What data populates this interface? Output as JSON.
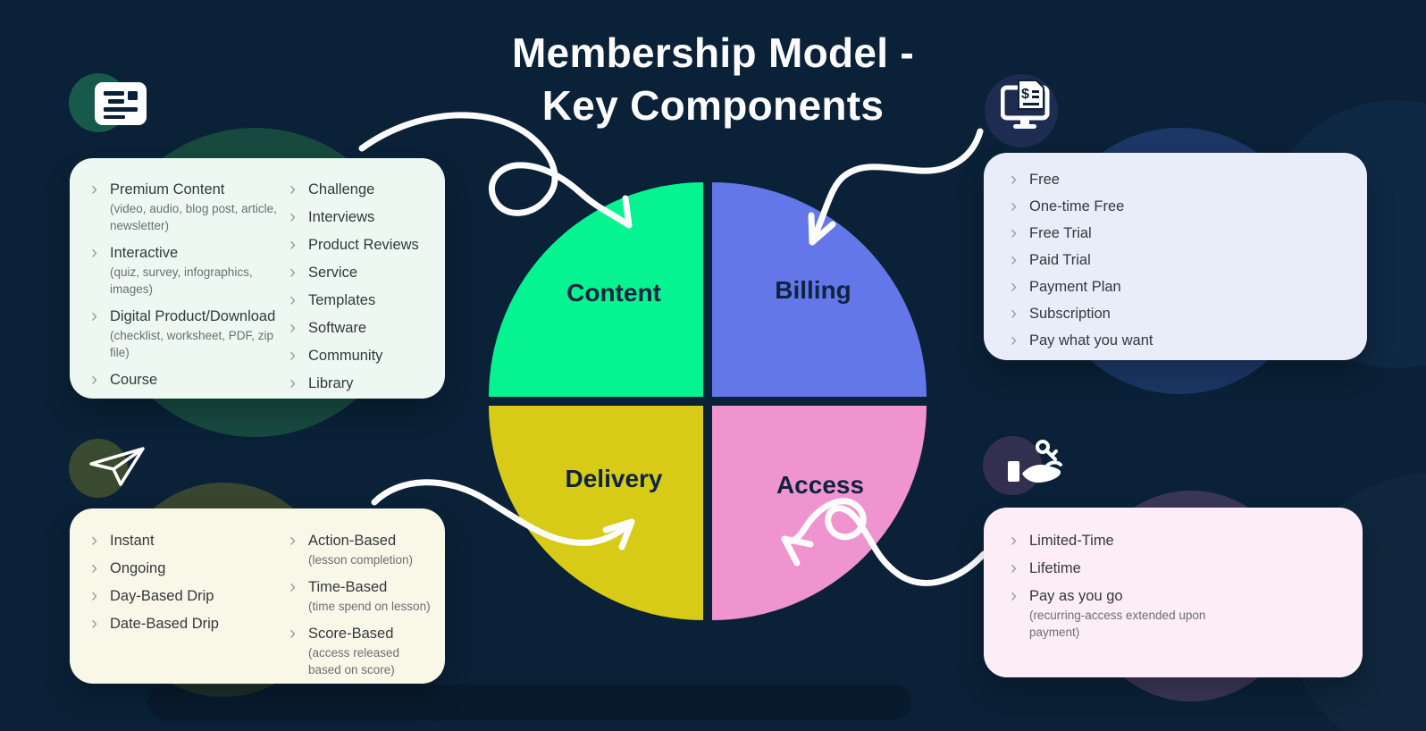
{
  "title": {
    "line1": "Membership Model -",
    "line2": "Key Components"
  },
  "ui": {
    "chevron": "›"
  },
  "wheel": {
    "segments": [
      {
        "label": "Content",
        "color": "#05F491"
      },
      {
        "label": "Billing",
        "color": "#6377E8"
      },
      {
        "label": "Delivery",
        "color": "#D7CB17"
      },
      {
        "label": "Access",
        "color": "#F094CF"
      }
    ]
  },
  "cards": {
    "content": {
      "left": [
        {
          "label": "Premium Content",
          "sub": "(video, audio, blog post, article, newsletter)"
        },
        {
          "label": "Interactive",
          "sub": "(quiz, survey, infographics, images)"
        },
        {
          "label": "Digital Product/Download",
          "sub": "(checklist, worksheet, PDF, zip file)"
        },
        {
          "label": "Course"
        }
      ],
      "right": [
        {
          "label": "Challenge"
        },
        {
          "label": "Interviews"
        },
        {
          "label": "Product Reviews"
        },
        {
          "label": "Service"
        },
        {
          "label": "Templates"
        },
        {
          "label": "Software"
        },
        {
          "label": "Community"
        },
        {
          "label": "Library"
        }
      ]
    },
    "billing": {
      "items": [
        {
          "label": "Free"
        },
        {
          "label": "One-time Free"
        },
        {
          "label": "Free Trial"
        },
        {
          "label": "Paid Trial"
        },
        {
          "label": "Payment Plan"
        },
        {
          "label": "Subscription"
        },
        {
          "label": "Pay what you want"
        }
      ]
    },
    "delivery": {
      "left": [
        {
          "label": "Instant"
        },
        {
          "label": "Ongoing"
        },
        {
          "label": "Day-Based Drip"
        },
        {
          "label": "Date-Based Drip"
        }
      ],
      "right": [
        {
          "label": "Action-Based",
          "sub": "(lesson completion)"
        },
        {
          "label": "Time-Based",
          "sub": "(time spend on lesson)"
        },
        {
          "label": "Score-Based",
          "sub": "(access released based on score)"
        }
      ]
    },
    "access": {
      "items": [
        {
          "label": "Limited-Time"
        },
        {
          "label": "Lifetime"
        },
        {
          "label": "Pay as you go",
          "sub": "(recurring-access extended upon payment)"
        }
      ]
    }
  },
  "icons": {
    "top_left": "article-icon",
    "top_right": "billing-monitor-icon",
    "bottom_left": "paper-plane-icon",
    "bottom_right": "hand-key-icon"
  },
  "colors": {
    "background": "#0A2137",
    "content_green": "#05F491",
    "billing_blue": "#6377E8",
    "delivery_yellow": "#D7CB17",
    "access_pink": "#F094CF",
    "arrow_white": "#FCFCFC",
    "card_content_bg": "#EEF8F2",
    "card_billing_bg": "#E9EDF9",
    "card_delivery_bg": "#F9F8E8",
    "card_access_bg": "#FDEDF6"
  }
}
